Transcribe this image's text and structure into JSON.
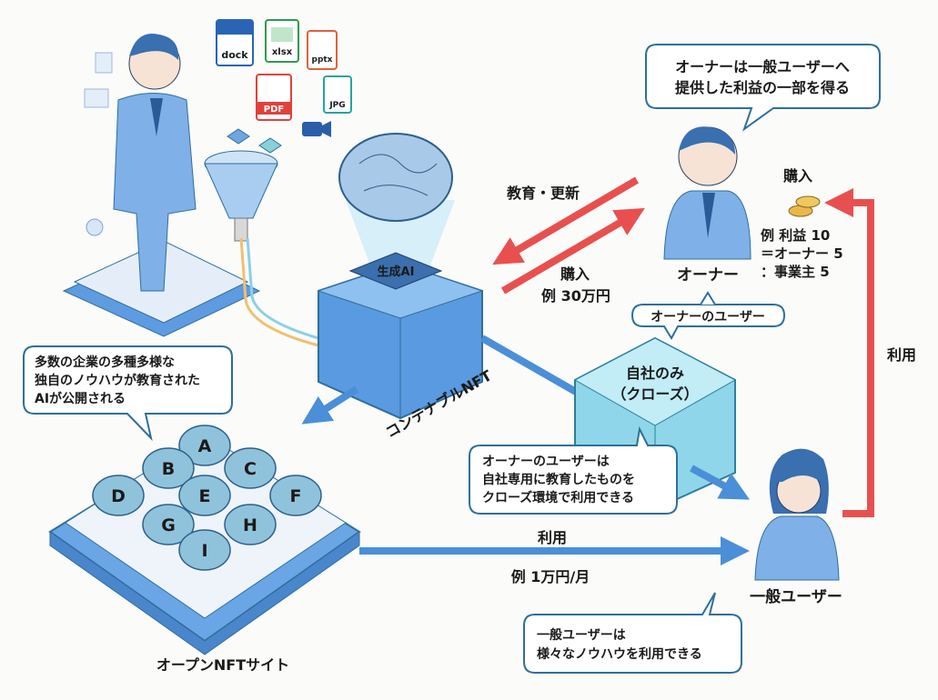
{
  "colors": {
    "blue": "#4a8fd8",
    "red": "#e8504f",
    "cyan": "#8fd6ea",
    "dark": "#1a1a1a"
  },
  "file_icons": [
    "dock",
    "xlsx",
    "pptx",
    "PDF",
    "JPG"
  ],
  "ai_chip_label": "生成AI",
  "container_nft_label": "コンテナブルNFT",
  "owner": {
    "label": "オーナー",
    "bubble": [
      "オーナーは一般ユーザーへ",
      "提供した利益の一部を得る"
    ],
    "users_bubble": "オーナーのユーザー"
  },
  "education_label": "教育・更新",
  "purchase": {
    "label": "購入",
    "example": "例 30万円"
  },
  "profit": {
    "label": "購入",
    "lines": [
      "例 利益 10",
      "＝オーナー 5",
      "：事業主 5"
    ]
  },
  "usage_right_label": "利用",
  "closed_cube": [
    "自社のみ",
    "（クローズ）"
  ],
  "closed_bubble": [
    "オーナーのユーザーは",
    "自社専用に教育したものを",
    "クローズ環境で利用できる"
  ],
  "open_bubble": [
    "多数の企業の多種多様な",
    "独自のノウハウが教育された",
    "AIが公開される"
  ],
  "brains": [
    "A",
    "B",
    "C",
    "D",
    "E",
    "F",
    "G",
    "H",
    "I"
  ],
  "open_site_label": "オープンNFTサイト",
  "usage": {
    "label": "利用",
    "example": "例 1万円/月"
  },
  "general_user": {
    "label": "一般ユーザー",
    "bubble": [
      "一般ユーザーは",
      "様々なノウハウを利用できる"
    ]
  }
}
